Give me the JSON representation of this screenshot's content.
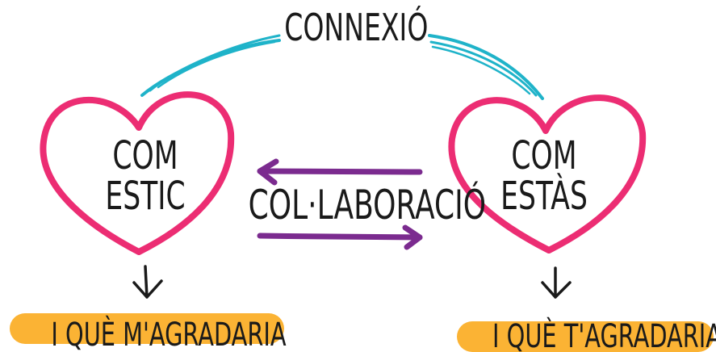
{
  "connection_label": "CONNEXIÓ",
  "collaboration_label": "COL·LABORACIÓ",
  "left_heart": {
    "line1": "COM",
    "line2": "ESTIC"
  },
  "right_heart": {
    "line1": "COM",
    "line2": "ESTÀS"
  },
  "left_result": "I QUÈ M'AGRADARIA",
  "right_result": "I QUÈ T'AGRADARIA",
  "colors": {
    "heart": "#ec2d73",
    "connection": "#1fb3c9",
    "collaboration": "#7b2b8f",
    "pill": "#fbb334",
    "text": "#1a1a1a"
  }
}
